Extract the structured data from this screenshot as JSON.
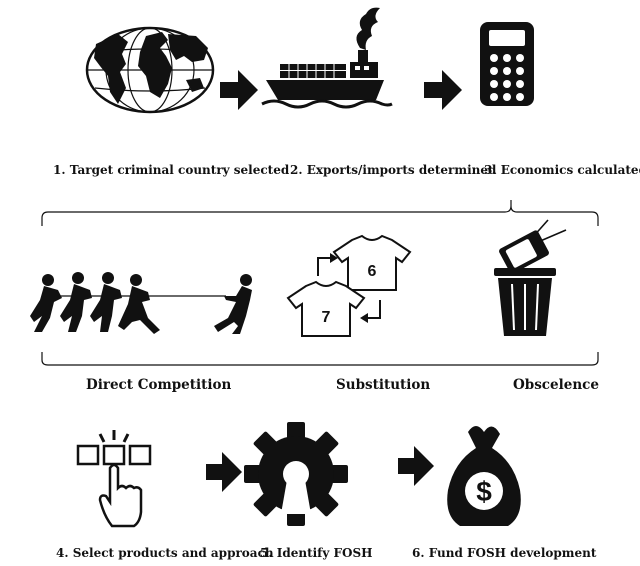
{
  "row1": {
    "steps": [
      {
        "label": "1. Target criminal country selected",
        "icon": "globe-icon"
      },
      {
        "label": "2. Exports/imports determined",
        "icon": "cargo-ship-icon"
      },
      {
        "label": "3. Economics calculated",
        "icon": "calculator-icon"
      }
    ]
  },
  "row2": {
    "items": [
      {
        "label": "Direct Competition",
        "icon": "tug-of-war-icon"
      },
      {
        "label": "Substitution",
        "icon": "shirt-swap-icon",
        "shirt_a": "6",
        "shirt_b": "7"
      },
      {
        "label": "Obscelence",
        "icon": "trash-can-icon"
      }
    ]
  },
  "row3": {
    "steps": [
      {
        "label": "4. Select products and approach",
        "icon": "hand-select-icon"
      },
      {
        "label": "5. Identify FOSH",
        "icon": "open-source-gear-icon"
      },
      {
        "label": "6. Fund FOSH development",
        "icon": "money-bag-icon",
        "symbol": "$"
      }
    ]
  },
  "colors": {
    "ink": "#111111",
    "background": "#ffffff"
  }
}
